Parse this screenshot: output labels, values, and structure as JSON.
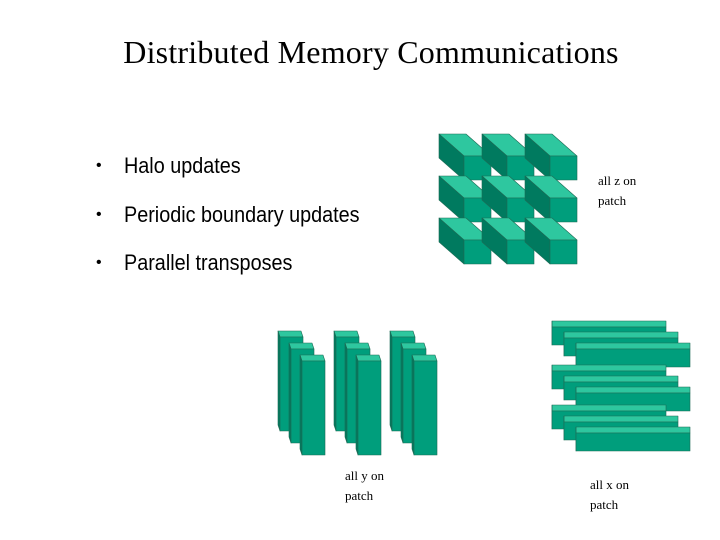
{
  "slide": {
    "title": "Distributed Memory Communications",
    "bullets": [
      "Halo updates",
      "Periodic boundary updates",
      "Parallel transposes"
    ]
  },
  "labels": {
    "z": [
      "all z on",
      "patch"
    ],
    "y": [
      "all y on",
      "patch"
    ],
    "x": [
      "all x on",
      "patch"
    ]
  },
  "colors": {
    "front": "#009e7c",
    "top": "#2ec79f",
    "side": "#007a5f",
    "edge": "#1d6b55"
  }
}
